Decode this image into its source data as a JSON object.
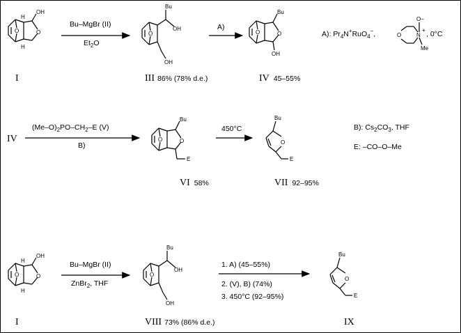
{
  "row1": {
    "start_label": "I",
    "reagent_top": "Bu–MgBr   (II)",
    "reagent_bottom": "Et",
    "reagent_bottom_sub": "2",
    "reagent_bottom_tail": "O",
    "product3_label": "III",
    "product3_yield": "86% (78% d.e.)",
    "arrowA_label": "A)",
    "product4_label": "IV",
    "product4_yield": "45–55%",
    "condA_prefix": "A): Pr",
    "condA_sub4": "4",
    "condA_mid": "N",
    "condA_plus": "+",
    "condA_ru": "RuO",
    "condA_sub4b": "4",
    "condA_minus": "−",
    "condA_comma": ",",
    "condA_temp": ", 0°C",
    "nmo_o": "O",
    "nmo_ominus": "O−",
    "nmo_n": "N",
    "nmo_plus": "+",
    "nmo_me": "Me",
    "atom_oh": "OH",
    "atom_o": "O",
    "atom_h": "H",
    "atom_bu": "Bu"
  },
  "row2": {
    "start_label": "IV",
    "reagent_top_a": "(Me–O)",
    "reagent_top_sub": "2",
    "reagent_top_b": "PO–CH",
    "reagent_top_sub2": "2",
    "reagent_top_c": "–E   (V)",
    "reagent_bottom": "B)",
    "product6_label": "VI",
    "product6_yield": "58%",
    "arrow_temp": "450°C",
    "product7_label": "VII",
    "product7_yield": "92–95%",
    "condB_a": "B):  Cs",
    "condB_sub": "2",
    "condB_b": "CO",
    "condB_sub2": "3",
    "condB_c": ",   THF",
    "condE": "E:  –CO–O–Me",
    "atom_e": "E"
  },
  "row3": {
    "start_label": "I",
    "reagent_top": "Bu–MgBr   (II)",
    "reagent_bottom_a": "ZnBr",
    "reagent_bottom_sub": "2",
    "reagent_bottom_b": ",  THF",
    "product8_label": "VIII",
    "product8_yield": "73% (86% d.e.)",
    "step1": "1. A)   (45–55%)",
    "step2": "2. (V),  B)  (74%)",
    "step3": "3. 450°C  (92–95%)",
    "product9_label": "IX"
  }
}
